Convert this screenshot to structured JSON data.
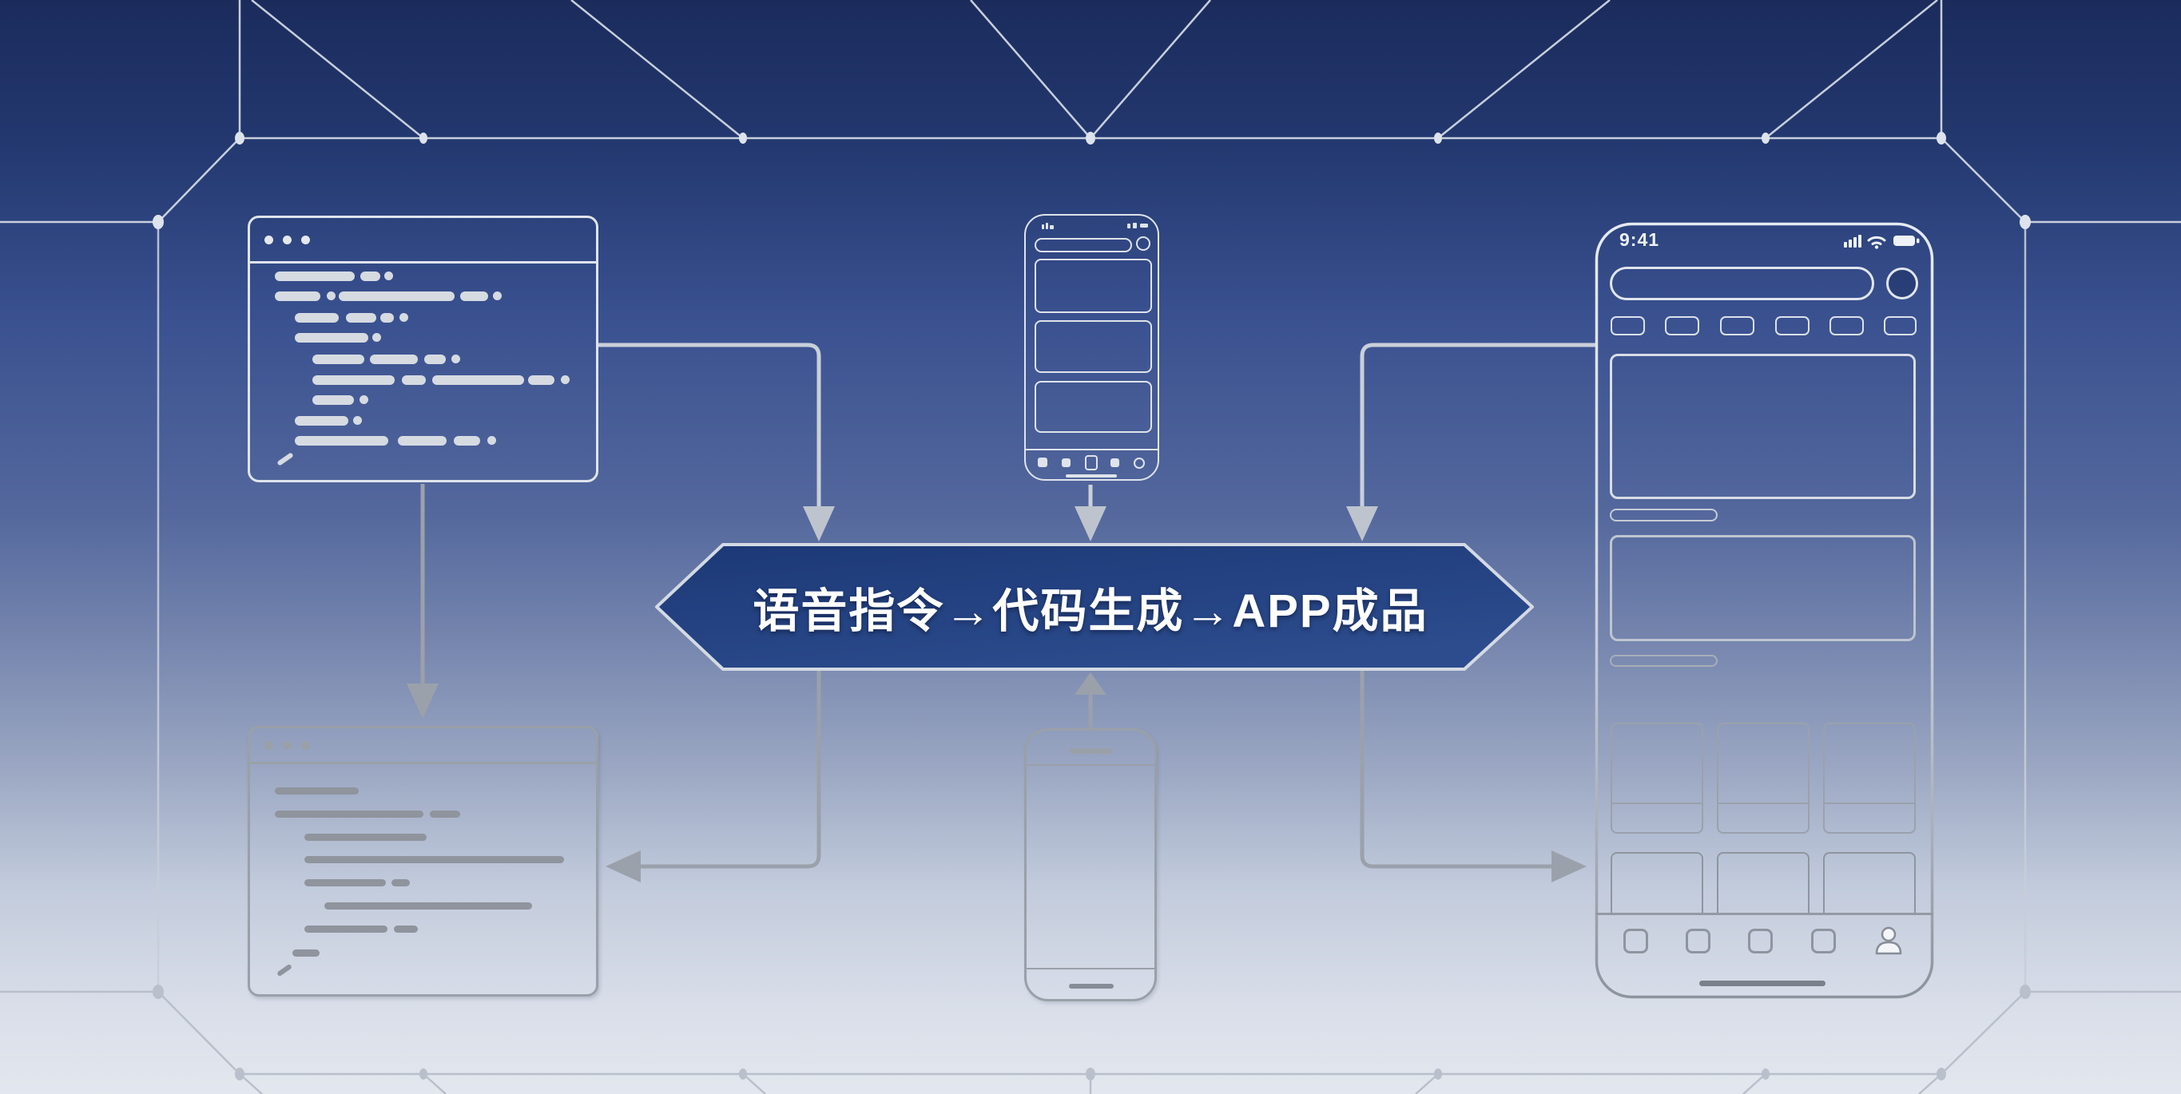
{
  "banner": {
    "text": "语音指令→代码生成→APP成品"
  },
  "right_phone": {
    "status_time": "9:41",
    "status_icons": [
      "signal-bars-icon",
      "wifi-icon",
      "battery-icon"
    ],
    "search_bar": true,
    "avatar": true,
    "chips_count": 6,
    "section_pills": 2,
    "hero_card": true,
    "content_card": true,
    "grid": {
      "rows": 2,
      "cols": 3
    },
    "nav_icons": [
      "square-icon",
      "square-icon",
      "square-icon",
      "square-icon",
      "person-icon"
    ],
    "home_indicator": true
  },
  "top_center_phone": {
    "status_icons": [
      "signal-bars-icon",
      "signal-wifi-battery-icons"
    ],
    "search_bar": true,
    "avatar_circle": true,
    "cards_count": 3,
    "nav_icons": [
      "square-icon",
      "square-icon",
      "home-outline-icon",
      "square-icon",
      "circle-outline-icon"
    ],
    "home_indicator": true
  },
  "bottom_center_phone": {
    "speaker_bar": true,
    "home_indicator": true
  },
  "top_left_window": {
    "kind": "code-editor-wireframe",
    "traffic_dots": 3,
    "code_line_rows": 10
  },
  "bottom_left_window": {
    "kind": "document-wireframe",
    "traffic_dots": 3,
    "text_line_rows": 9
  },
  "flow_connections": [
    "code-window to banner",
    "top-center-phone to banner",
    "app-phone to banner",
    "banner to document-window",
    "banner to app-phone",
    "bottom-center-phone to banner",
    "code-window to document-window"
  ],
  "colors": {
    "bg_top": "#1b2b5c",
    "bg_mid": "#54689d",
    "bg_bottom": "#e3e7ee",
    "banner_fill_top": "#1c3876",
    "banner_fill_bottom": "#2c4c8d",
    "banner_border": "#d4dae3",
    "banner_text": "#ffffff",
    "stroke_light": "#dfe4ec",
    "stroke_gray": "#9aa0a8",
    "arrow_light": "#c9d0d9",
    "arrow_gray": "#9ba1ab"
  }
}
